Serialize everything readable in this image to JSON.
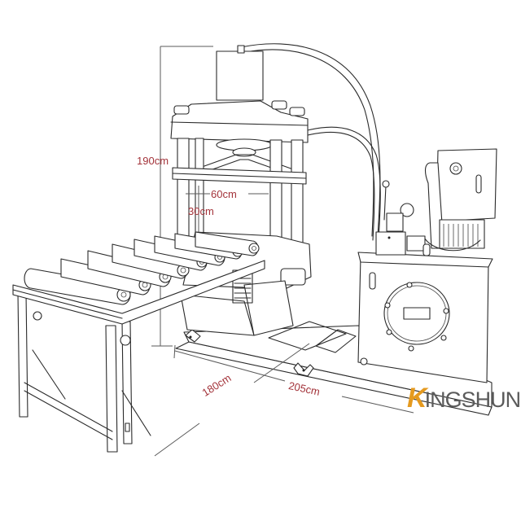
{
  "diagram": {
    "subject": "Hydraulic press machine with roller conveyor and hydraulic power unit",
    "style": "black line drawing on white",
    "colors": {
      "line": "#2a2a2a",
      "dimension_text": "#a3333a",
      "logo_accent": "#e59a1f",
      "logo_text": "#5b5b5b",
      "background": "#ffffff"
    }
  },
  "dimensions": {
    "height": "190cm",
    "opening_width": "60cm",
    "opening_height": "30cm",
    "depth": "180cm",
    "length": "205cm"
  },
  "components": [
    {
      "id": "hydraulic-cylinder",
      "label": "Main hydraulic cylinder (top)"
    },
    {
      "id": "press-frame",
      "label": "Four-column press frame"
    },
    {
      "id": "roller-conveyor",
      "label": "Roller conveyor table"
    },
    {
      "id": "hydraulic-unit",
      "label": "Hydraulic power unit with motor and oil tank"
    },
    {
      "id": "hoses",
      "label": "Hydraulic hoses"
    },
    {
      "id": "base-frame",
      "label": "Base frame"
    }
  ],
  "logo": {
    "initial": "K",
    "rest": "INGSHUN"
  }
}
